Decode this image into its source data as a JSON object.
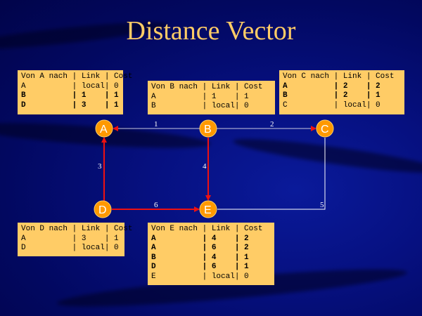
{
  "title": "Distance Vector",
  "colors": {
    "table_bg": "#ffcc66",
    "node": "#ff9900",
    "arrow": "#ee1111",
    "line": "#ffffff",
    "title": "#ffcc66"
  },
  "tables": {
    "A": {
      "header": "Von A nach | Link | Cost",
      "rows": [
        {
          "text": "A          | local| 0",
          "bold": false
        },
        {
          "text": "B          | 1    | 1",
          "bold": true
        },
        {
          "text": "D          | 3    | 1",
          "bold": true
        }
      ]
    },
    "B": {
      "header": "Von B nach | Link | Cost",
      "rows": [
        {
          "text": "A          | 1    | 1",
          "bold": false
        },
        {
          "text": "B          | local| 0",
          "bold": false
        }
      ]
    },
    "C": {
      "header": "Von C nach | Link | Cost",
      "rows": [
        {
          "text": "A          | 2    | 2",
          "bold": true
        },
        {
          "text": "B          | 2    | 1",
          "bold": true
        },
        {
          "text": "C          | local| 0",
          "bold": false
        }
      ]
    },
    "D": {
      "header": "Von D nach | Link | Cost",
      "rows": [
        {
          "text": "A          | 3    | 1",
          "bold": false
        },
        {
          "text": "D          | local| 0",
          "bold": false
        }
      ]
    },
    "E": {
      "header": "Von E nach | Link | Cost",
      "rows": [
        {
          "text": "A          | 4    | 2",
          "bold": true
        },
        {
          "text": "A          | 6    | 2",
          "bold": true
        },
        {
          "text": "B          | 4    | 1",
          "bold": true
        },
        {
          "text": "D          | 6    | 1",
          "bold": true
        },
        {
          "text": "E          | local| 0",
          "bold": false
        }
      ]
    }
  },
  "nodes": [
    "A",
    "B",
    "C",
    "D",
    "E"
  ],
  "links": [
    {
      "label": "1",
      "from": "B",
      "to": "A"
    },
    {
      "label": "2",
      "from": "B",
      "to": "C"
    },
    {
      "label": "3",
      "from": "D",
      "to": "A"
    },
    {
      "label": "4",
      "from": "B",
      "to": "E"
    },
    {
      "label": "5",
      "from": "C",
      "to": "E"
    },
    {
      "label": "6",
      "from": "D",
      "to": "E"
    }
  ]
}
